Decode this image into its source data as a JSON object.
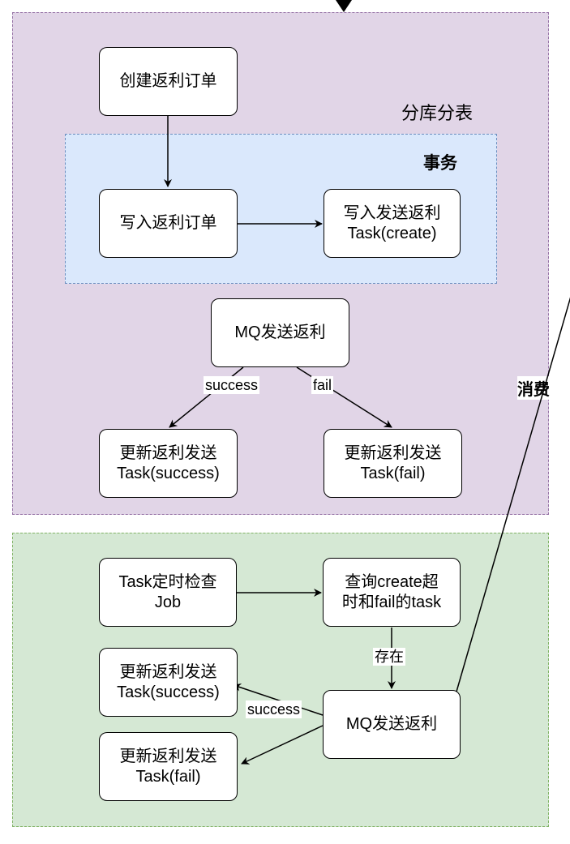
{
  "groups": {
    "sharding": "分库分表",
    "transaction": "事务",
    "consume": "消费"
  },
  "nodes": {
    "create_order": "创建返利订单",
    "write_order": "写入返利订单",
    "write_task": "写入发送返利\nTask(create)",
    "mq_send_top": "MQ发送返利",
    "update_success_top": "更新返利发送\nTask(success)",
    "update_fail_top": "更新返利发送\nTask(fail)",
    "job": "Task定时检查\nJob",
    "query_task": "查询create超\n时和fail的task",
    "mq_send_bottom": "MQ发送返利",
    "update_success_bottom": "更新返利发送\nTask(success)",
    "update_fail_bottom": "更新返利发送\nTask(fail)"
  },
  "edges": {
    "success_top": "success",
    "fail_top": "fail",
    "exists": "存在",
    "success_bottom": "success"
  },
  "colors": {
    "sharding_fill": "#e1d5e7",
    "sharding_border": "#9673a6",
    "tx_fill": "#dae8fc",
    "tx_border": "#6c8ebf",
    "job_fill": "#d5e8d4",
    "job_border": "#82b366"
  }
}
